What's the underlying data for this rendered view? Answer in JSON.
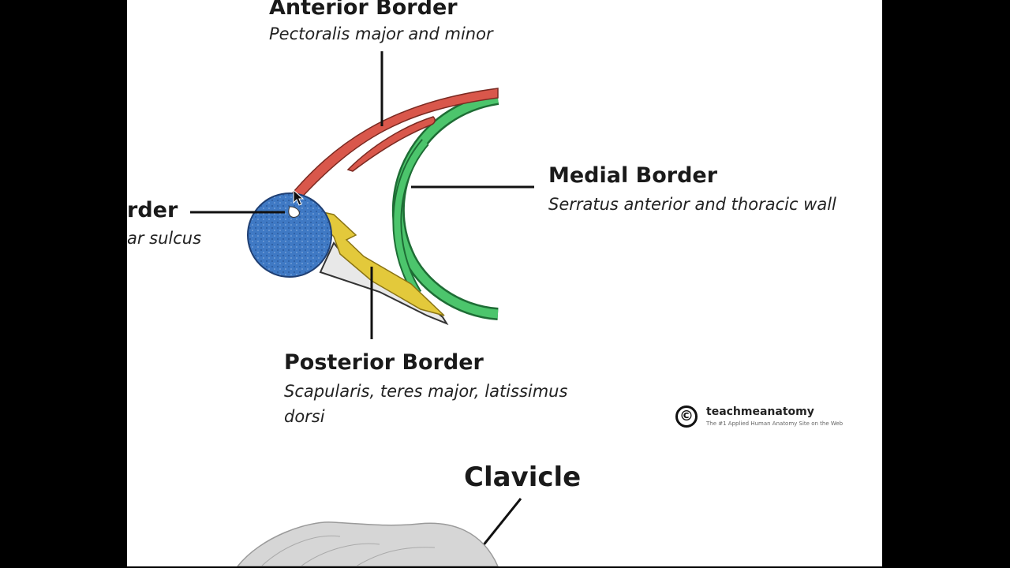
{
  "labels": {
    "anterior": {
      "title": "Anterior Border",
      "subtitle": "Pectoralis major and minor"
    },
    "medial": {
      "title": "Medial Border",
      "subtitle": "Serratus anterior and thoracic wall"
    },
    "lateral": {
      "title": "rder",
      "subtitle": "ar sulcus"
    },
    "posterior": {
      "title": "Posterior Border",
      "subtitle": "Scapularis, teres major, latissimus dorsi"
    },
    "clavicle": "Clavicle"
  },
  "logo": {
    "name": "teachmeanatomy",
    "tagline": "The #1 Applied Human Anatomy Site on the Web"
  },
  "colors": {
    "pectoral": "#d9574b",
    "serratus": "#3fb45f",
    "humerus": "#3f79c4",
    "scapular": "#e3c93b",
    "background": "#000000"
  },
  "icons": {
    "copyright": "©"
  }
}
